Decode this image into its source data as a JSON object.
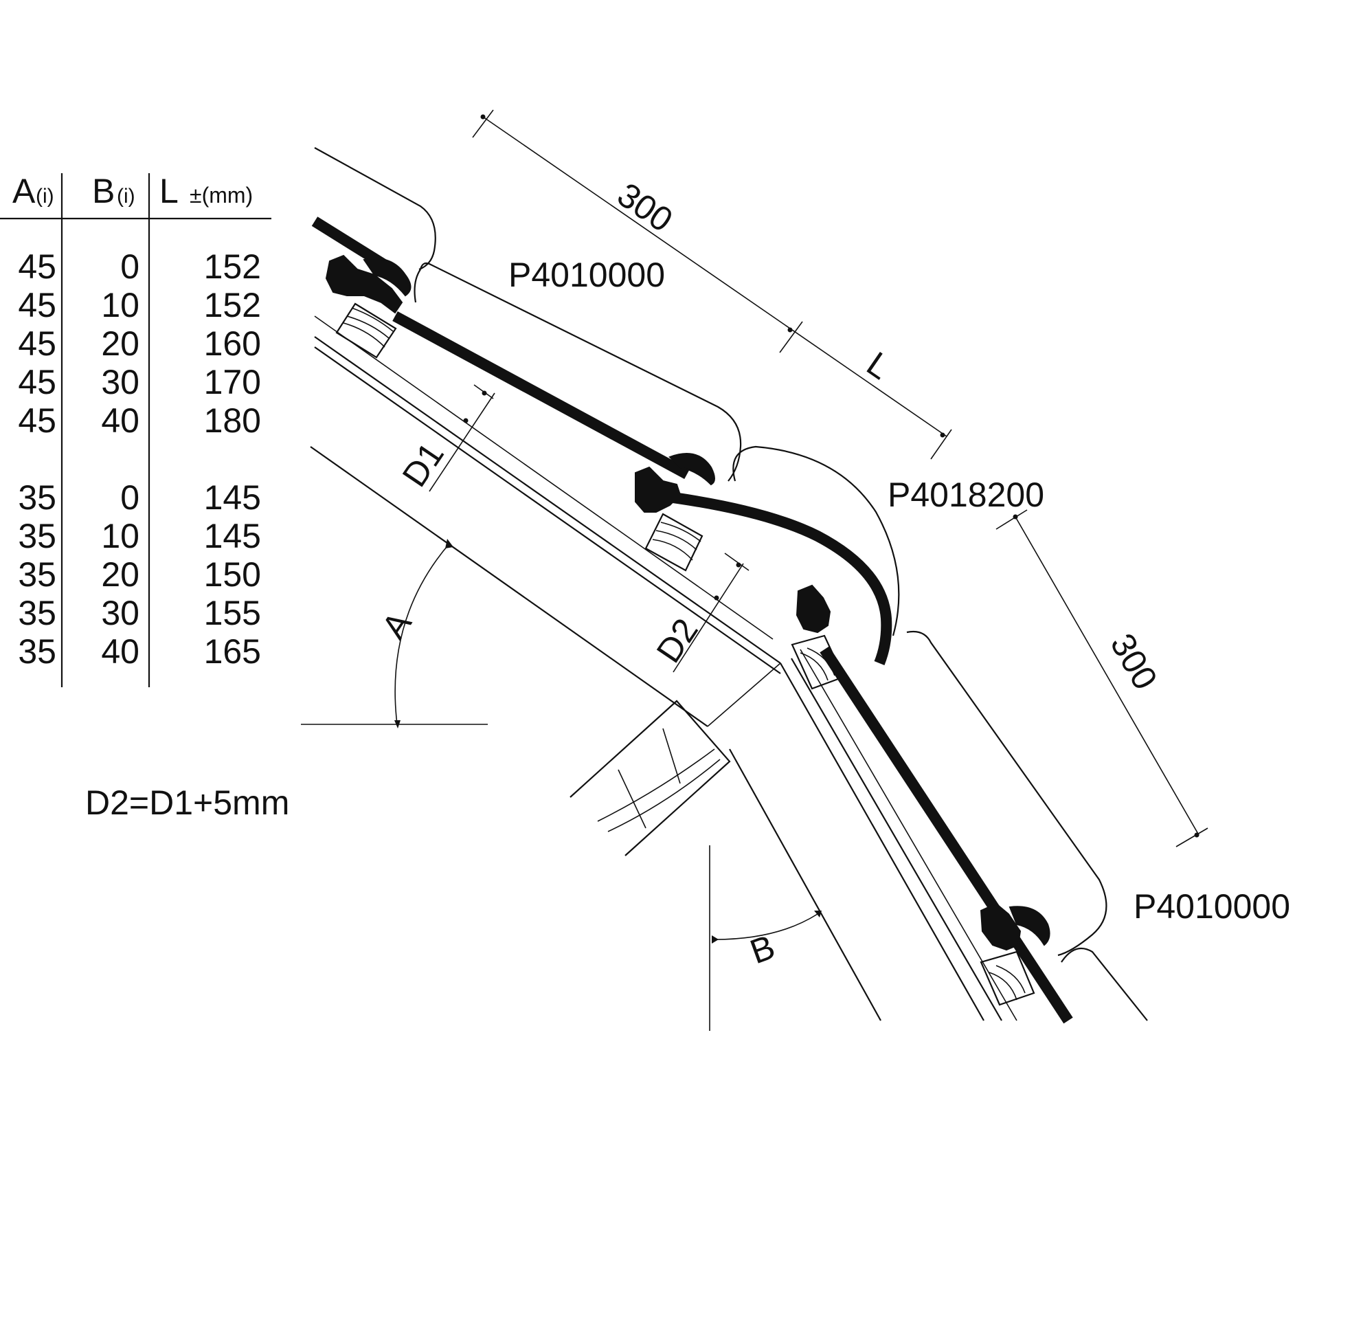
{
  "table": {
    "headers": [
      {
        "main": "A",
        "sub": "(i)"
      },
      {
        "main": "B",
        "sub": "(i)"
      },
      {
        "main": "L",
        "sub": "±(mm)"
      }
    ],
    "groups": [
      [
        [
          "45",
          "0",
          "152"
        ],
        [
          "45",
          "10",
          "152"
        ],
        [
          "45",
          "20",
          "160"
        ],
        [
          "45",
          "30",
          "170"
        ],
        [
          "45",
          "40",
          "180"
        ]
      ],
      [
        [
          "35",
          "0",
          "145"
        ],
        [
          "35",
          "10",
          "145"
        ],
        [
          "35",
          "20",
          "150"
        ],
        [
          "35",
          "30",
          "155"
        ],
        [
          "35",
          "40",
          "165"
        ]
      ]
    ]
  },
  "formula": "D2=D1+5mm",
  "labels": {
    "part_top": "P4010000",
    "part_ridge": "P4018200",
    "part_bottom": "P4010000",
    "dim_top": "300",
    "dim_right": "300",
    "dim_l": "L",
    "dim_d1": "D1",
    "dim_d2": "D2",
    "angle_a": "A",
    "angle_b": "B"
  },
  "colors": {
    "ink": "#111111",
    "background": "#ffffff"
  }
}
